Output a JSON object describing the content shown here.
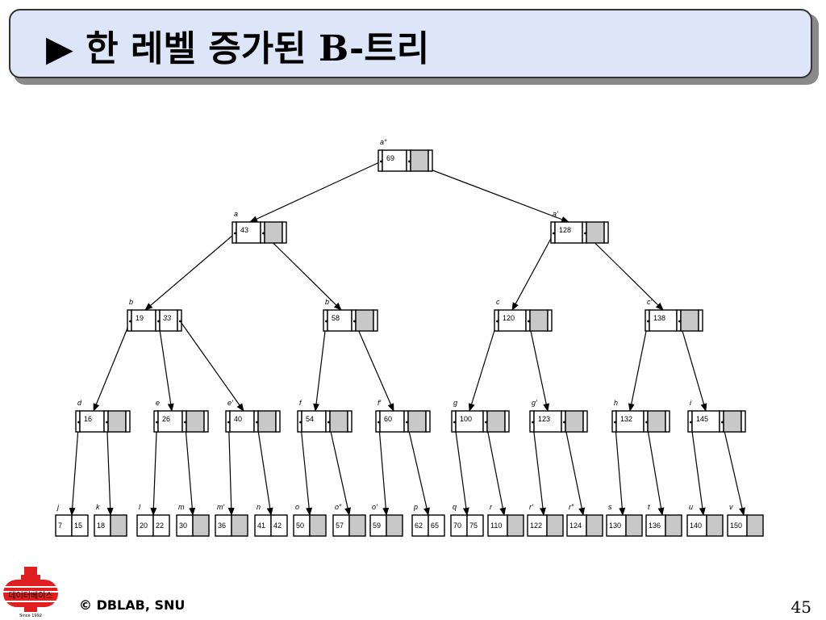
{
  "title": {
    "arrow": "▶",
    "korean": " 한 레벨 증가된 ",
    "latin": "B-",
    "suffix": "트리"
  },
  "colors": {
    "title_bg": "#dce6f8",
    "empty_cell": "#c8c8c8",
    "logo_red": "#e02020"
  },
  "tree": {
    "nodes": [
      {
        "id": "a0",
        "label": "a°",
        "keys": [
          "69"
        ],
        "cells": 2
      },
      {
        "id": "a",
        "label": "a",
        "keys": [
          "43"
        ],
        "cells": 2
      },
      {
        "id": "a1",
        "label": "a′",
        "keys": [
          "128"
        ],
        "cells": 2
      },
      {
        "id": "b",
        "label": "b",
        "keys": [
          "19",
          "33"
        ],
        "cells": 2
      },
      {
        "id": "b1",
        "label": "b′",
        "keys": [
          "58"
        ],
        "cells": 2
      },
      {
        "id": "c",
        "label": "c",
        "keys": [
          "120"
        ],
        "cells": 2
      },
      {
        "id": "c1",
        "label": "c′",
        "keys": [
          "138"
        ],
        "cells": 2
      },
      {
        "id": "d",
        "label": "d",
        "keys": [
          "16"
        ],
        "cells": 2
      },
      {
        "id": "e",
        "label": "e",
        "keys": [
          "26"
        ],
        "cells": 2
      },
      {
        "id": "e1",
        "label": "e′",
        "keys": [
          "40"
        ],
        "cells": 2
      },
      {
        "id": "f",
        "label": "f",
        "keys": [
          "54"
        ],
        "cells": 2
      },
      {
        "id": "f1",
        "label": "f′",
        "keys": [
          "60"
        ],
        "cells": 2
      },
      {
        "id": "g",
        "label": "g",
        "keys": [
          "100"
        ],
        "cells": 2
      },
      {
        "id": "g1",
        "label": "g′",
        "keys": [
          "123"
        ],
        "cells": 2
      },
      {
        "id": "h",
        "label": "h",
        "keys": [
          "132"
        ],
        "cells": 2
      },
      {
        "id": "i",
        "label": "i",
        "keys": [
          "145"
        ],
        "cells": 2
      },
      {
        "id": "j",
        "label": "j",
        "keys": [
          "7",
          "15"
        ],
        "leaf": true
      },
      {
        "id": "k",
        "label": "k",
        "keys": [
          "18"
        ],
        "leaf": true
      },
      {
        "id": "l",
        "label": "l",
        "keys": [
          "20",
          "22"
        ],
        "leaf": true
      },
      {
        "id": "m",
        "label": "m",
        "keys": [
          "30"
        ],
        "leaf": true
      },
      {
        "id": "m1",
        "label": "m′",
        "keys": [
          "36"
        ],
        "leaf": true
      },
      {
        "id": "n",
        "label": "n",
        "keys": [
          "41",
          "42"
        ],
        "leaf": true
      },
      {
        "id": "o",
        "label": "o",
        "keys": [
          "50"
        ],
        "leaf": true
      },
      {
        "id": "o2",
        "label": "o″",
        "keys": [
          "57"
        ],
        "leaf": true
      },
      {
        "id": "o1",
        "label": "o′",
        "keys": [
          "59"
        ],
        "leaf": true
      },
      {
        "id": "p",
        "label": "p",
        "keys": [
          "62",
          "65"
        ],
        "leaf": true
      },
      {
        "id": "q",
        "label": "q",
        "keys": [
          "70",
          "75"
        ],
        "leaf": true
      },
      {
        "id": "r",
        "label": "r",
        "keys": [
          "110"
        ],
        "leaf": true
      },
      {
        "id": "r1",
        "label": "r′",
        "keys": [
          "122"
        ],
        "leaf": true
      },
      {
        "id": "r2",
        "label": "r″",
        "keys": [
          "124"
        ],
        "leaf": true
      },
      {
        "id": "s",
        "label": "s",
        "keys": [
          "130"
        ],
        "leaf": true
      },
      {
        "id": "t",
        "label": "t",
        "keys": [
          "136"
        ],
        "leaf": true
      },
      {
        "id": "u",
        "label": "u",
        "keys": [
          "140"
        ],
        "leaf": true
      },
      {
        "id": "v",
        "label": "v",
        "keys": [
          "150"
        ],
        "leaf": true
      }
    ],
    "edges": [
      [
        "a0",
        0,
        "a"
      ],
      [
        "a0",
        1,
        "a1"
      ],
      [
        "a",
        0,
        "b"
      ],
      [
        "a",
        1,
        "b1"
      ],
      [
        "a1",
        0,
        "c"
      ],
      [
        "a1",
        1,
        "c1"
      ],
      [
        "b",
        0,
        "d"
      ],
      [
        "b",
        1,
        "e"
      ],
      [
        "b",
        2,
        "e1"
      ],
      [
        "b1",
        0,
        "f"
      ],
      [
        "b1",
        1,
        "f1"
      ],
      [
        "c",
        0,
        "g"
      ],
      [
        "c",
        1,
        "g1"
      ],
      [
        "c1",
        0,
        "h"
      ],
      [
        "c1",
        1,
        "i"
      ],
      [
        "d",
        0,
        "j"
      ],
      [
        "d",
        1,
        "k"
      ],
      [
        "e",
        0,
        "l"
      ],
      [
        "e",
        1,
        "m"
      ],
      [
        "e1",
        0,
        "m1"
      ],
      [
        "e1",
        1,
        "n"
      ],
      [
        "f",
        0,
        "o"
      ],
      [
        "f",
        1,
        "o2"
      ],
      [
        "f1",
        0,
        "o1"
      ],
      [
        "f1",
        1,
        "p"
      ],
      [
        "g",
        0,
        "q"
      ],
      [
        "g",
        1,
        "r"
      ],
      [
        "g1",
        0,
        "r1"
      ],
      [
        "g1",
        1,
        "r2"
      ],
      [
        "h",
        0,
        "s"
      ],
      [
        "h",
        1,
        "t"
      ],
      [
        "i",
        0,
        "u"
      ],
      [
        "i",
        1,
        "v"
      ]
    ]
  },
  "footer": {
    "logo_text": "데이터베이스",
    "logo_since": "Since 1992",
    "copyright": "© DBLAB, SNU",
    "page_number": "45"
  }
}
